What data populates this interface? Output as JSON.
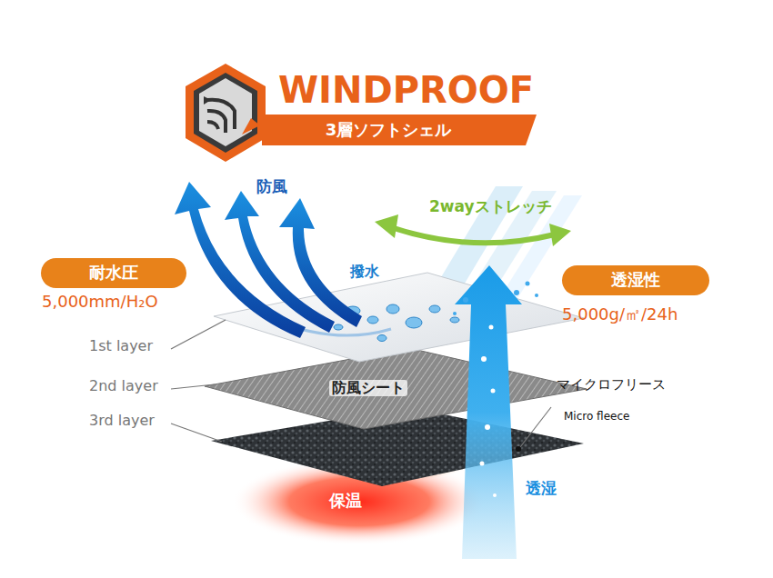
{
  "diagram": {
    "title": "WINDPROOF",
    "nodes": [
      {
        "text": [
          "3層ソフトシェル"
        ]
      },
      {
        "text": [
          "耐水圧"
        ]
      },
      {
        "text": [
          "透湿性"
        ]
      }
    ],
    "labels": [
      "防風",
      "2wayストレッチ",
      "撥水",
      "5,000mm/H₂O",
      "5,000g/㎡/24h",
      "1st layer",
      "2nd layer",
      "3rd layer",
      "防風シート",
      "マイクロフリース",
      "Micro fleece",
      "保温",
      "透湿"
    ]
  }
}
